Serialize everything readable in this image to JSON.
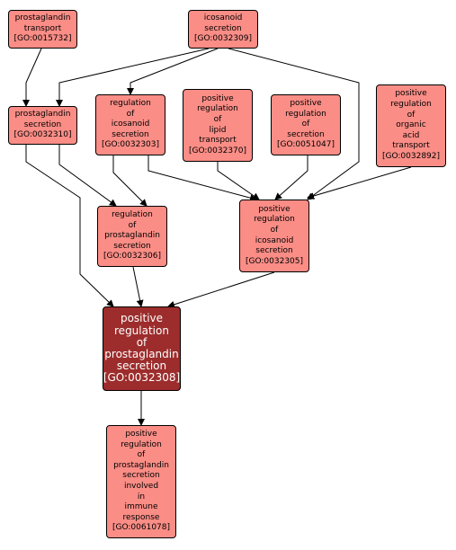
{
  "colors": {
    "node_fill": "#fa8d86",
    "focus_fill": "#9c2d2c",
    "focus_text": "#ffffff",
    "edge": "#000000"
  },
  "nodes": [
    {
      "id": "GO:0015732",
      "lines": [
        "prostaglandin",
        "transport",
        "[GO:0015732]"
      ]
    },
    {
      "id": "GO:0032309",
      "lines": [
        "icosanoid",
        "secretion",
        "[GO:0032309]"
      ]
    },
    {
      "id": "GO:0032310",
      "lines": [
        "prostaglandin",
        "secretion",
        "[GO:0032310]"
      ]
    },
    {
      "id": "GO:0032303",
      "lines": [
        "regulation",
        "of",
        "icosanoid",
        "secretion",
        "[GO:0032303]"
      ]
    },
    {
      "id": "GO:0032370",
      "lines": [
        "positive",
        "regulation",
        "of",
        "lipid",
        "transport",
        "[GO:0032370]"
      ]
    },
    {
      "id": "GO:0051047",
      "lines": [
        "positive",
        "regulation",
        "of",
        "secretion",
        "[GO:0051047]"
      ]
    },
    {
      "id": "GO:0032892",
      "lines": [
        "positive",
        "regulation",
        "of",
        "organic",
        "acid",
        "transport",
        "[GO:0032892]"
      ]
    },
    {
      "id": "GO:0032306",
      "lines": [
        "regulation",
        "of",
        "prostaglandin",
        "secretion",
        "[GO:0032306]"
      ]
    },
    {
      "id": "GO:0032305",
      "lines": [
        "positive",
        "regulation",
        "of",
        "icosanoid",
        "secretion",
        "[GO:0032305]"
      ]
    },
    {
      "id": "GO:0032308",
      "lines": [
        "positive",
        "regulation",
        "of",
        "prostaglandin",
        "secretion",
        "[GO:0032308]"
      ],
      "focus": true
    },
    {
      "id": "GO:0061078",
      "lines": [
        "positive",
        "regulation",
        "of",
        "prostaglandin",
        "secretion",
        "involved",
        "in",
        "immune",
        "response",
        "[GO:0061078]"
      ]
    }
  ],
  "edges": [
    {
      "from": "GO:0015732",
      "to": "GO:0032310"
    },
    {
      "from": "GO:0032309",
      "to": "GO:0032310"
    },
    {
      "from": "GO:0032309",
      "to": "GO:0032303"
    },
    {
      "from": "GO:0032309",
      "to": "GO:0032305"
    },
    {
      "from": "GO:0032310",
      "to": "GO:0032306"
    },
    {
      "from": "GO:0032310",
      "to": "GO:0032308"
    },
    {
      "from": "GO:0032303",
      "to": "GO:0032306"
    },
    {
      "from": "GO:0032303",
      "to": "GO:0032305"
    },
    {
      "from": "GO:0032370",
      "to": "GO:0032305"
    },
    {
      "from": "GO:0051047",
      "to": "GO:0032305"
    },
    {
      "from": "GO:0032892",
      "to": "GO:0032305"
    },
    {
      "from": "GO:0032306",
      "to": "GO:0032308"
    },
    {
      "from": "GO:0032305",
      "to": "GO:0032308"
    },
    {
      "from": "GO:0032308",
      "to": "GO:0061078"
    }
  ]
}
